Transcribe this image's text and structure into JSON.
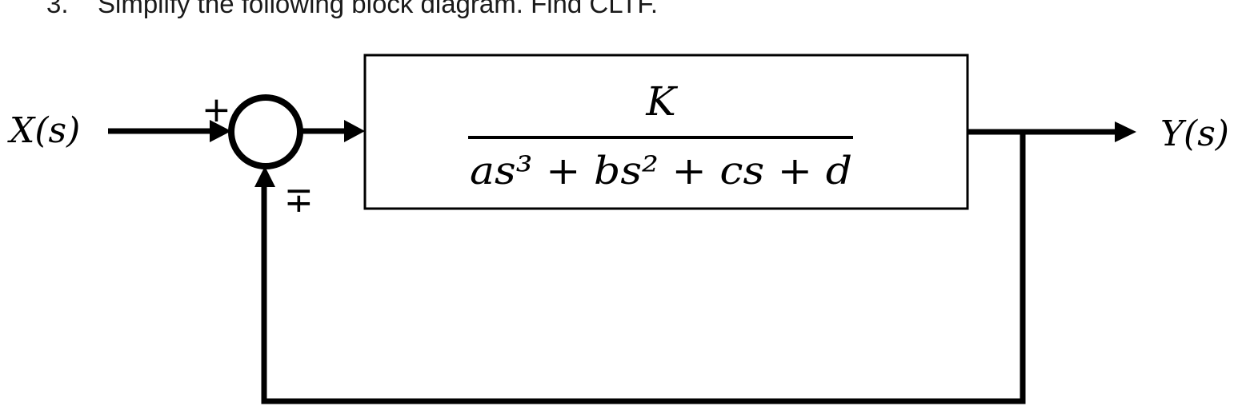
{
  "question": {
    "number": "3.",
    "text": "Simplify the following block diagram. Find CLTF."
  },
  "diagram": {
    "input_label": "X(s)",
    "output_label": "Y(s)",
    "summing_junction": {
      "sign_input": "+",
      "sign_feedback": "∓"
    },
    "block": {
      "numerator": "K",
      "denominator": "as³ + bs² + cs + d"
    }
  }
}
